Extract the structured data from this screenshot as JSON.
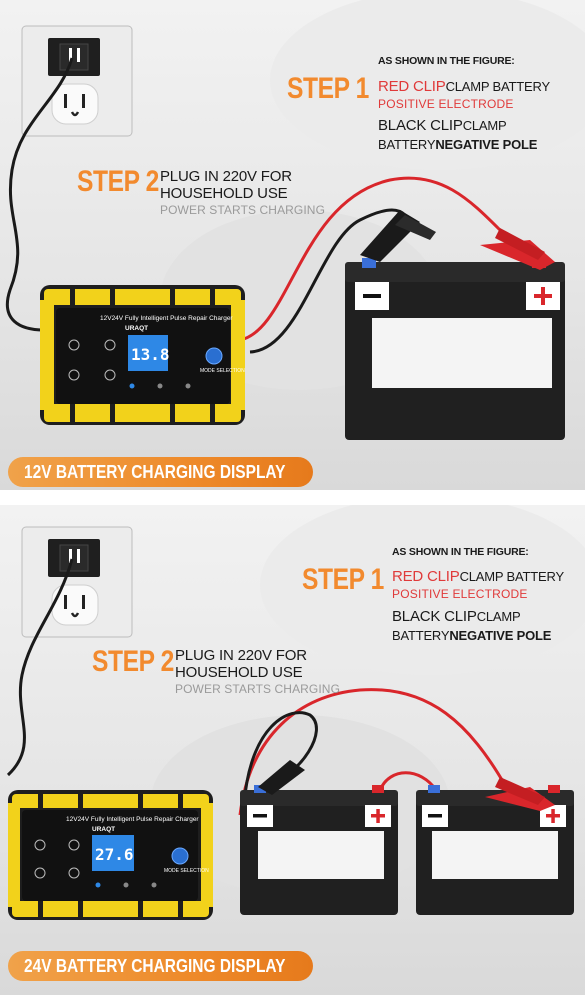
{
  "panels": {
    "top": {
      "step1_label": "STEP 1",
      "shown_in_figure": "AS SHOWN IN THE FIGURE:",
      "red_clip": "RED CLIP",
      "red_clip_suffix": "CLAMP BATTERY",
      "positive_electrode": "POSITIVE ELECTRODE",
      "black_clip": "BLACK CLIP",
      "black_clip_suffix": "CLAMP",
      "battery_prefix": "BATTERY",
      "negative_pole": "NEGATIVE POLE",
      "step2_label": "STEP 2",
      "plug_in": "PLUG IN 220V FOR",
      "household": "HOUSEHOLD USE",
      "power_starts": "POWER STARTS CHARGING",
      "charger_model": "12V24V Fully Intelligent Pulse Repair Charger",
      "charger_brand": "URAQT",
      "lcd_value": "13.8",
      "mode_selection": "MODE SELECTION",
      "banner": "12V BATTERY CHARGING DISPLAY"
    },
    "bottom": {
      "step1_label": "STEP 1",
      "shown_in_figure": "AS SHOWN IN THE FIGURE:",
      "red_clip": "RED CLIP",
      "red_clip_suffix": "CLAMP BATTERY",
      "positive_electrode": "POSITIVE ELECTRODE",
      "black_clip": "BLACK CLIP",
      "black_clip_suffix": "CLAMP",
      "battery_prefix": "BATTERY",
      "negative_pole": "NEGATIVE POLE",
      "step2_label": "STEP 2",
      "plug_in": "PLUG IN 220V FOR",
      "household": "HOUSEHOLD USE",
      "power_starts": "POWER STARTS CHARGING",
      "charger_model": "12V24V Fully Intelligent Pulse Repair Charger",
      "charger_brand": "URAQT",
      "lcd_value": "27.6",
      "mode_selection": "MODE SELECTION",
      "banner": "24V BATTERY CHARGING DISPLAY"
    }
  },
  "symbols": {
    "minus": "−",
    "plus": "+"
  },
  "colors": {
    "accent_orange": "#f28a2e",
    "positive_red": "#e03a3a",
    "charger_yellow": "#f2d21b",
    "lcd_blue": "#2e88e6"
  }
}
